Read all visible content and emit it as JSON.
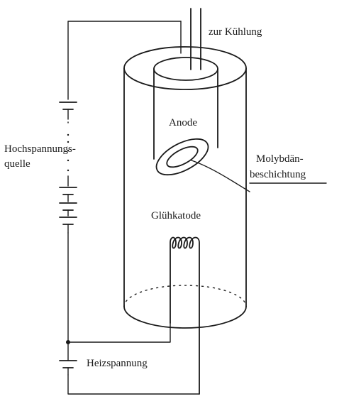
{
  "labels": {
    "cooling": "zur Kühlung",
    "anode": "Anode",
    "coating_line1": "Molybdän-",
    "coating_line2": "beschichtung",
    "hv_line1": "Hochspannungs-",
    "hv_line2": "quelle",
    "cathode": "Glühkatode",
    "heating": "Heizspannung"
  },
  "colors": {
    "ink": "#1a1a1a",
    "background": "#ffffff"
  }
}
